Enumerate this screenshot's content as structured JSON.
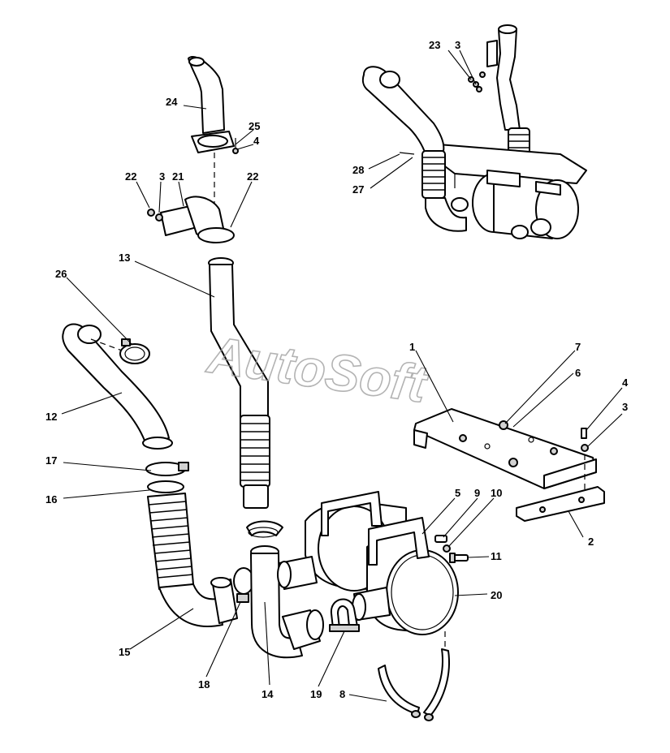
{
  "watermark": "AutoSoft",
  "callouts": [
    "1",
    "2",
    "3",
    "3",
    "3",
    "4",
    "4",
    "5",
    "6",
    "7",
    "8",
    "9",
    "10",
    "11",
    "12",
    "13",
    "14",
    "15",
    "16",
    "17",
    "18",
    "19",
    "20",
    "21",
    "22",
    "22",
    "23",
    "24",
    "25",
    "26",
    "27",
    "28"
  ]
}
